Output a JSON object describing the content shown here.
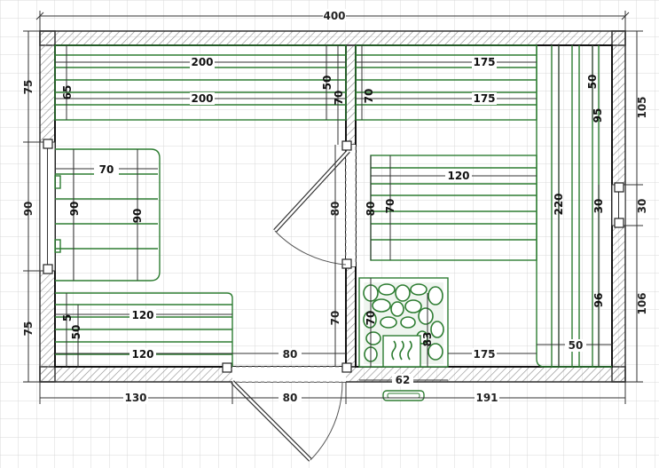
{
  "colors": {
    "grid": "#d9d9d9",
    "wall": "#333333",
    "hatch": "#8a8a8a",
    "bench": "#2e7d32",
    "stone": "#3f9a3f",
    "dimension_line": "#333333"
  },
  "dimensions": {
    "overall_width": "400",
    "left_top_bench_1": "200",
    "left_top_bench_2": "200",
    "right_top_bench_1": "175",
    "right_top_bench_2": "175",
    "left_bench_depth_65": "65",
    "partition_50": "50",
    "partition_70_top": "70",
    "partition_70_right": "70",
    "small_bench_70": "70",
    "small_bench_90_inner": "90",
    "small_bench_90_mid": "90",
    "window_90": "90",
    "door_80_inner": "80",
    "right_bench_120": "120",
    "right_bench_80": "80",
    "right_bench_70": "70",
    "vert_220": "220",
    "vert_50_top": "50",
    "vert_95": "95",
    "vert_30": "30",
    "outside_30": "30",
    "vert_96": "96",
    "outside_105": "105",
    "outside_106": "106",
    "bottom_bench_120_1": "120",
    "bottom_bench_120_2": "120",
    "bottom_bench_50": "50",
    "bottom_bench_5": "5",
    "partition_70_lower": "70",
    "stove_70": "70",
    "stove_83": "83",
    "room_80": "80",
    "right_175_bottom": "175",
    "right_50_bottom": "50",
    "stove_62": "62",
    "outside_left_75_top": "75",
    "outside_left_75_bottom": "75",
    "outside_bottom_130": "130",
    "outside_bottom_80": "80",
    "outside_bottom_191": "191"
  }
}
